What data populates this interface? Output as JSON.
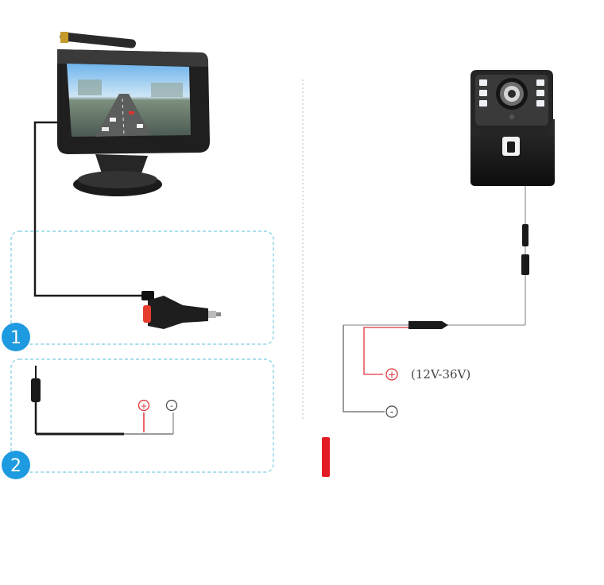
{
  "steps": {
    "one": {
      "number": "1"
    },
    "two": {
      "number": "2"
    }
  },
  "wiring": {
    "positive_symbol": "+",
    "negative_symbol": "-",
    "voltage": "(12V-36V)"
  },
  "colors": {
    "step_badge": "#1e9be0",
    "dashed_box": "#8fd3e6",
    "positive_wire": "#e0343a",
    "wire": "#222222",
    "wire_gray": "#9a9a9a"
  },
  "icons": [
    "monitor-icon",
    "antenna-icon",
    "car-charger-icon",
    "camera-icon"
  ]
}
